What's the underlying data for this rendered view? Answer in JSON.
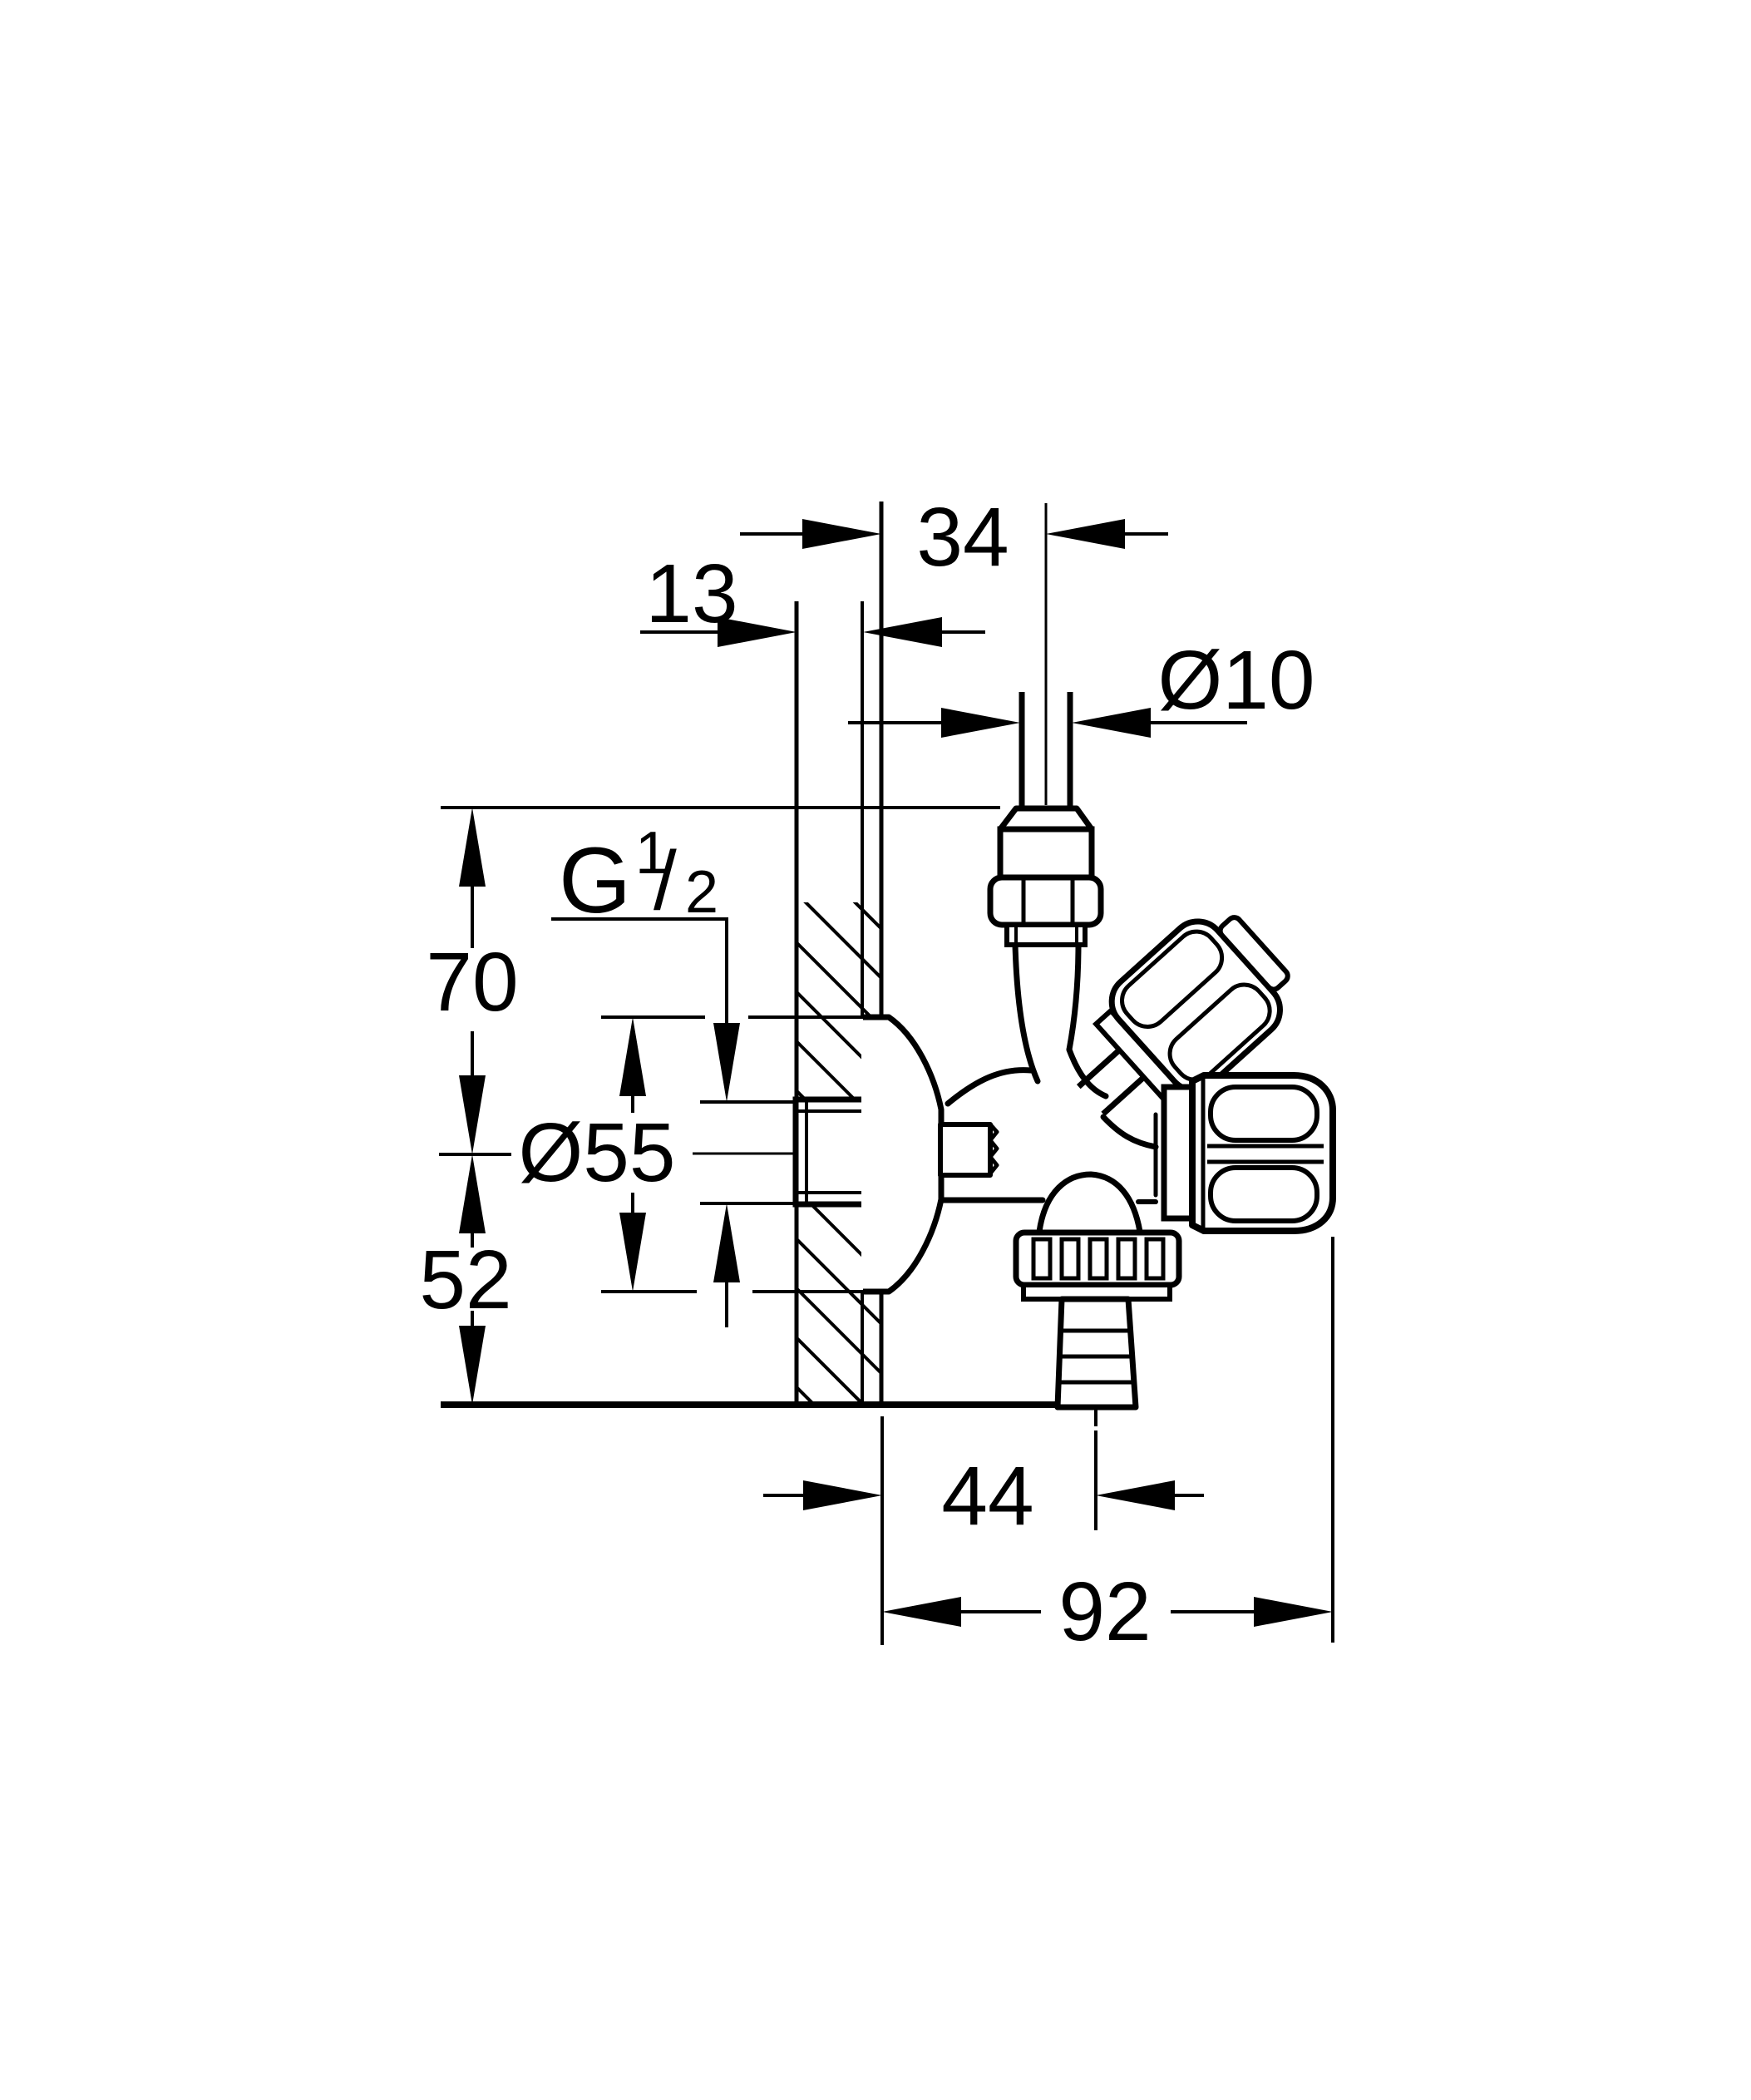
{
  "drawing": {
    "colors": {
      "line": "#000000",
      "background": "#ffffff"
    },
    "dimensions": {
      "pipe_offset_from_wall": "34",
      "wall_thickness": "13",
      "pipe_diameter": "Ø10",
      "upper_height": "70",
      "flange_diameter": "Ø55",
      "lower_height": "52",
      "hose_offset_from_wall": "44",
      "total_projection": "92"
    },
    "thread_label": {
      "letter": "G",
      "numerator": "1",
      "slash": "/",
      "denominator": "2"
    }
  }
}
